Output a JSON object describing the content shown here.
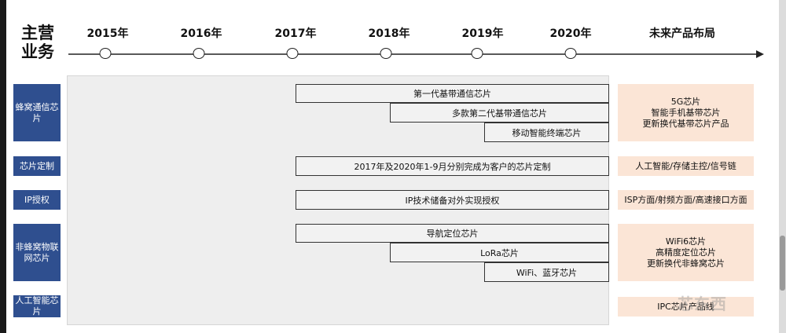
{
  "title": "主营\n业务",
  "years": [
    "2015年",
    "2016年",
    "2017年",
    "2018年",
    "2019年",
    "2020年"
  ],
  "future_header": "未来产品布局",
  "rows": [
    {
      "label": "蜂窝通信芯片",
      "bars": [
        "第一代基带通信芯片",
        "多款第二代基带通信芯片",
        "移动智能终端芯片"
      ],
      "future": "5G芯片\n智能手机基带芯片\n更新换代基带芯片产品"
    },
    {
      "label": "芯片定制",
      "bars": [
        "2017年及2020年1-9月分别完成为客户的芯片定制"
      ],
      "future": "人工智能/存储主控/信号链"
    },
    {
      "label": "IP授权",
      "bars": [
        "IP技术储备对外实现授权"
      ],
      "future": "ISP方面/射频方面/高速接口方面"
    },
    {
      "label": "非蜂窝物联网芯片",
      "bars": [
        "导航定位芯片",
        "LoRa芯片",
        "WiFi、蓝牙芯片"
      ],
      "future": "WiFi6芯片\n高精度定位芯片\n更新换代非蜂窝芯片"
    },
    {
      "label": "人工智能芯片",
      "bars": [],
      "future": "IPC芯片产品线"
    }
  ],
  "watermark": "芯东西"
}
